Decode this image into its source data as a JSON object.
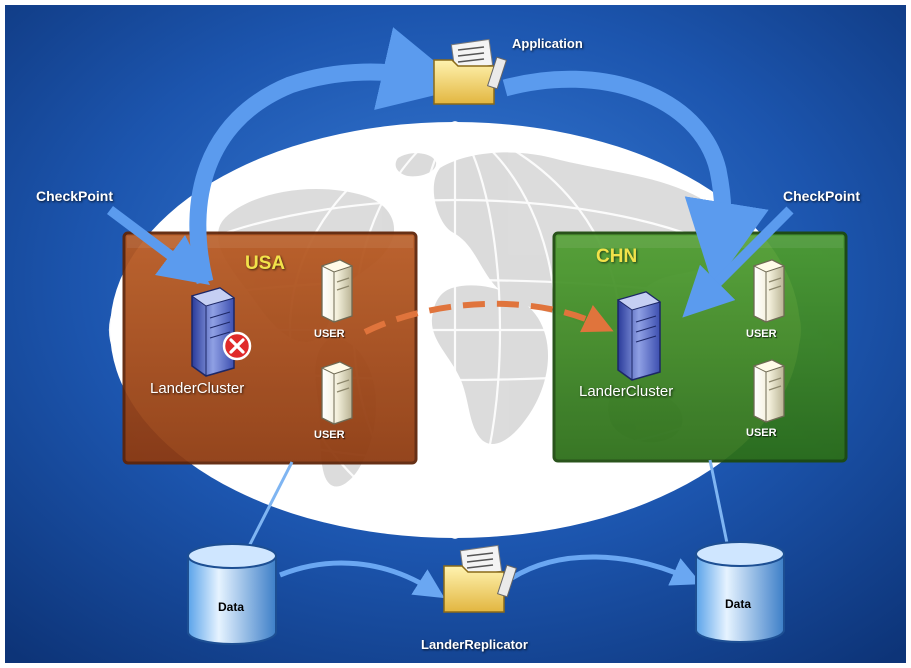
{
  "labels": {
    "application": "Application",
    "checkpoint_left": "CheckPoint",
    "checkpoint_right": "CheckPoint",
    "usa": "USA",
    "chn": "CHN",
    "cluster_left": "LanderCluster",
    "cluster_right": "LanderCluster",
    "user_left_1": "USER",
    "user_left_2": "USER",
    "user_right_1": "USER",
    "user_right_2": "USER",
    "data_left": "Data",
    "data_right": "Data",
    "replicator": "LanderReplicator"
  },
  "colors": {
    "background": "#14469a",
    "usa_box": "#b4541e",
    "chn_box": "#3f8c28",
    "arrow_blue": "#5b9bee",
    "failover_arrow": "#e0743c",
    "region_text": "#f2e24a"
  },
  "status": {
    "usa_cluster": "failed"
  }
}
